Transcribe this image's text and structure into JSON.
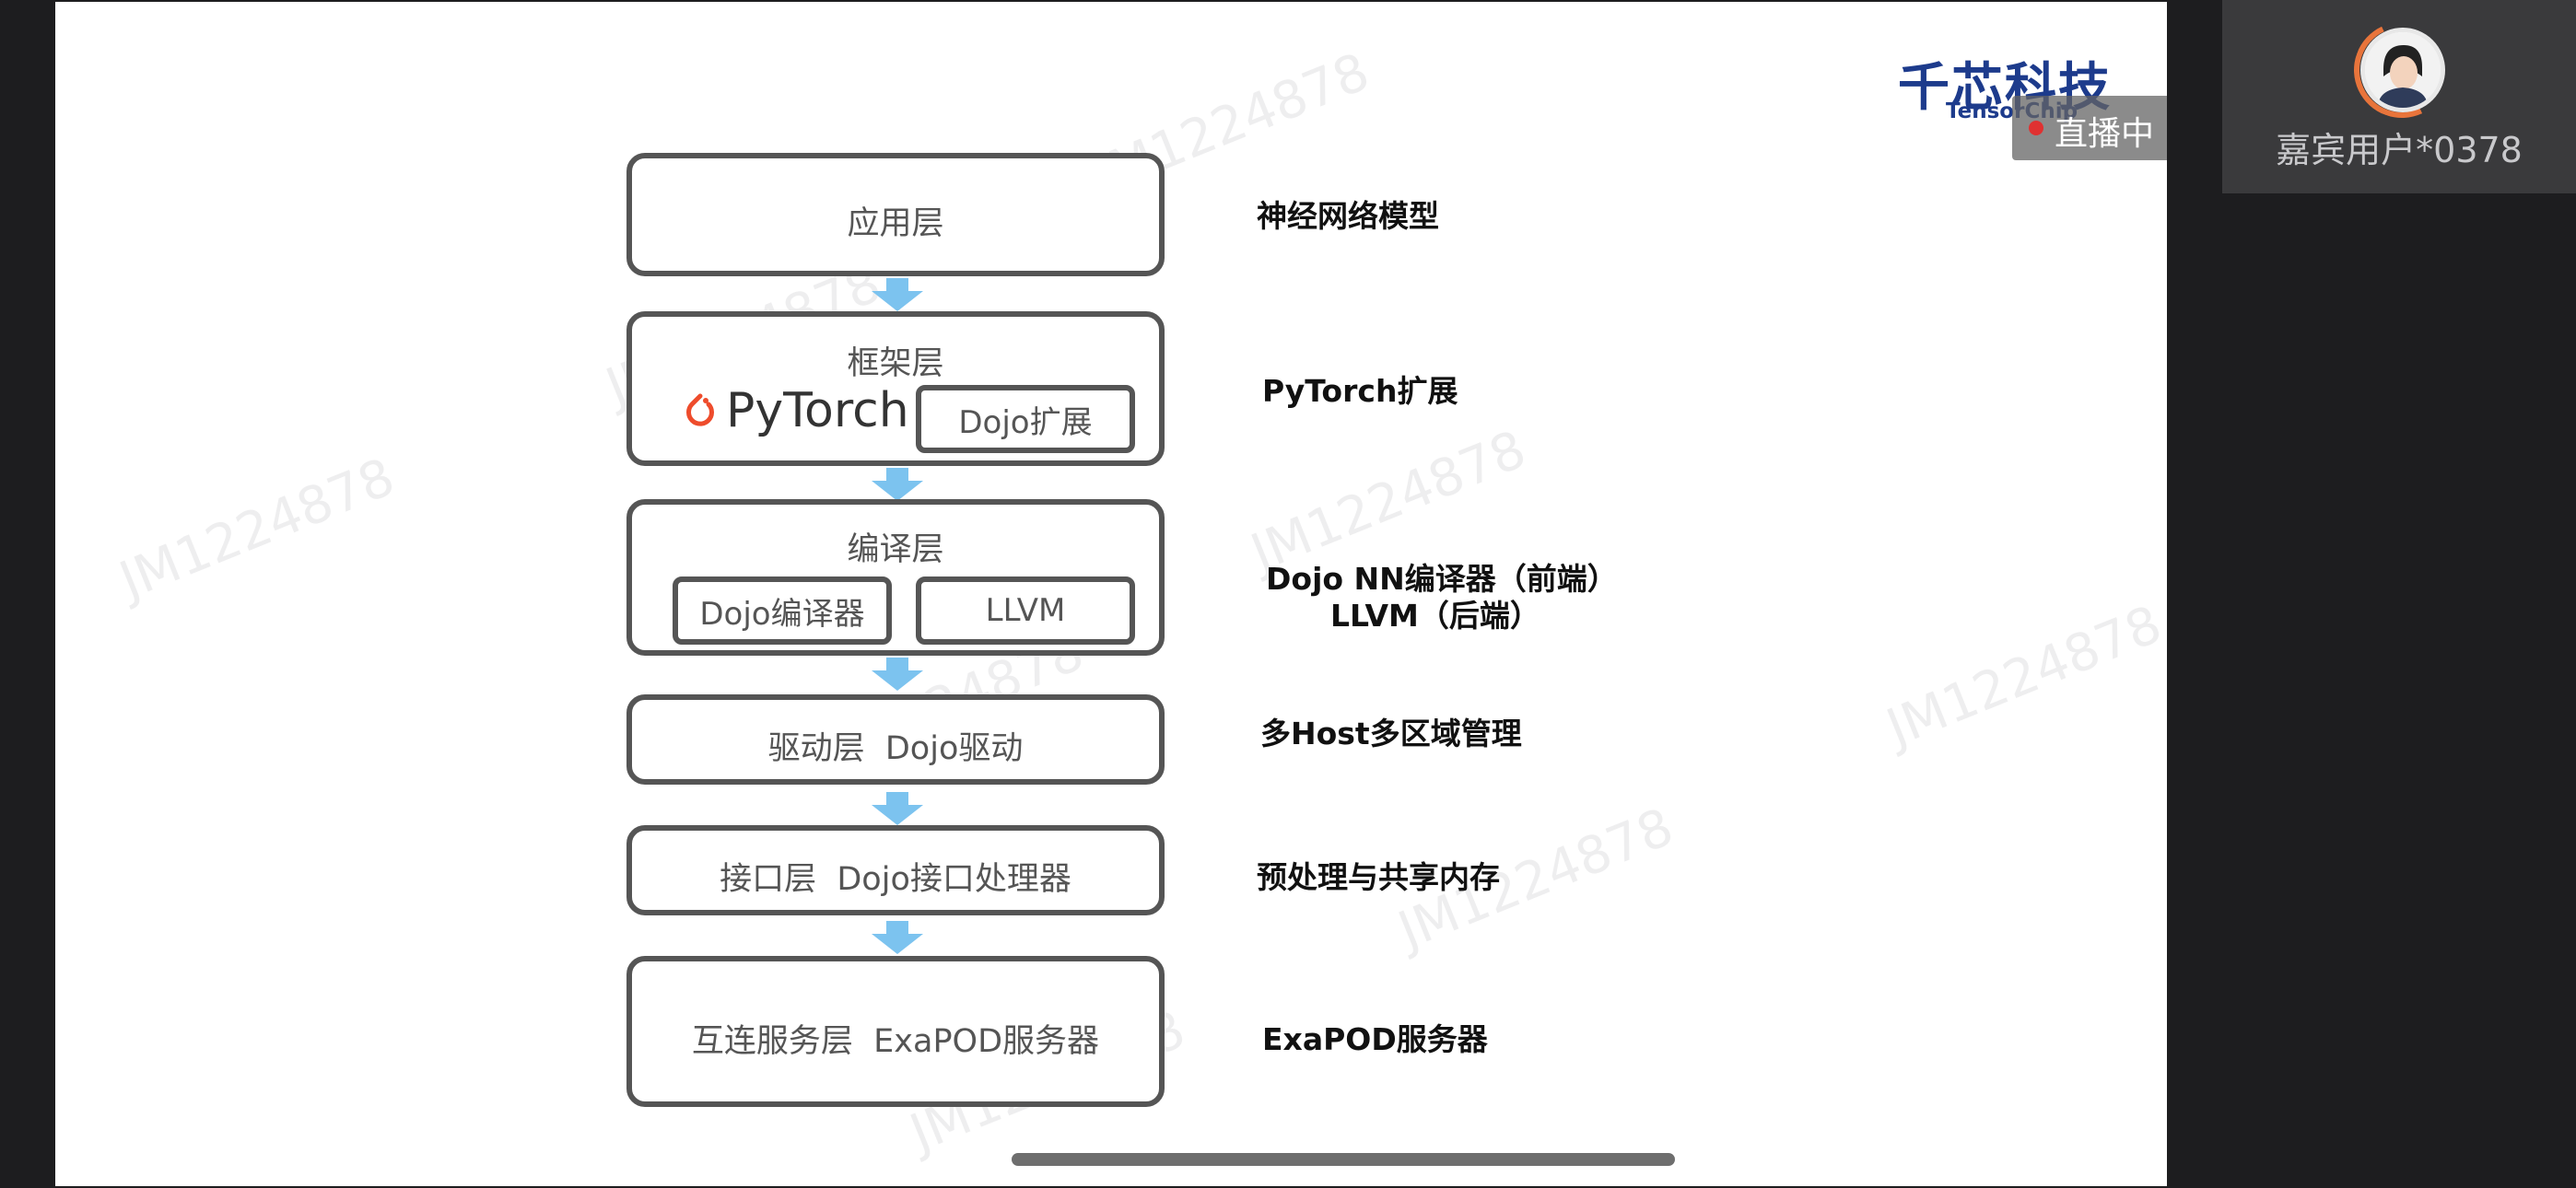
{
  "logo": {
    "cn": "千芯科技",
    "en": "TensorChip"
  },
  "live": {
    "label": "直播中"
  },
  "guest": {
    "name": "嘉宾用户*0378"
  },
  "watermark": "JM1224878",
  "layers": {
    "app": {
      "label": "应用层"
    },
    "framework": {
      "label": "框架层",
      "pytorch": "PyTorch",
      "extension": "Dojo扩展"
    },
    "compiler": {
      "label": "编译层",
      "dojo_compiler": "Dojo编译器",
      "llvm": "LLVM"
    },
    "driver": {
      "label": "驱动层  Dojo驱动"
    },
    "interface": {
      "label": "接口层  Dojo接口处理器"
    },
    "interconnect": {
      "label": "互连服务层  ExaPOD服务器"
    }
  },
  "descriptions": {
    "app": "神经网络模型",
    "framework": "PyTorch扩展",
    "compiler_line1": "Dojo NN编译器（前端）",
    "compiler_line2": "LLVM（后端）",
    "driver": "多Host多区域管理",
    "interface": "预处理与共享内存",
    "interconnect": "ExaPOD服务器"
  },
  "colors": {
    "arrow": "#7cc3ef",
    "box_border": "#555555",
    "pytorch_logo": "#ee4c2c",
    "brand": "#1d3b8c",
    "live_dot": "#e03131"
  }
}
